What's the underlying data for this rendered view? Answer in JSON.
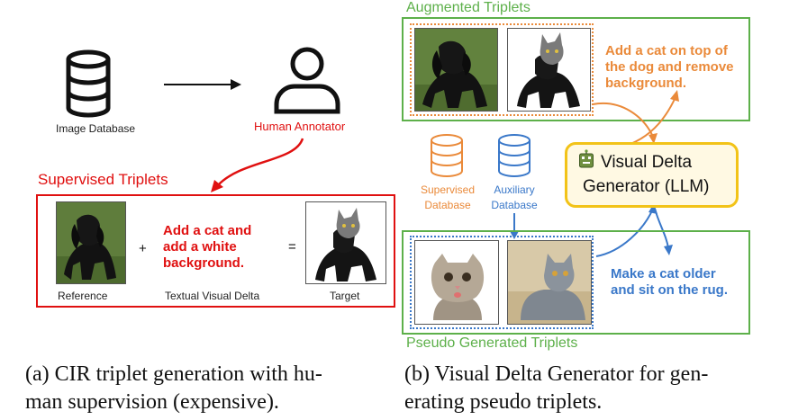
{
  "panel_a": {
    "image_database_label": "Image Database",
    "human_annotator_label": "Human Annotator",
    "supervised_triplets_title": "Supervised Triplets",
    "plus_sign": "+",
    "equals_sign": "=",
    "delta_lines": [
      "Add a cat and",
      "add a white",
      "background."
    ],
    "reference_label": "Reference",
    "textual_delta_label": "Textual Visual Delta",
    "target_label": "Target",
    "caption_lines": [
      "(a) CIR triplet generation with hu-",
      "man supervision (expensive)."
    ]
  },
  "panel_b": {
    "augmented_title": "Augmented Triplets",
    "augmented_delta_lines": [
      "Add a cat on top of",
      "the dog and remove",
      "background."
    ],
    "supervised_db_lines": [
      "Supervised",
      "Database"
    ],
    "auxiliary_db_lines": [
      "Auxiliary",
      "Database"
    ],
    "generator_lines": [
      "Visual Delta",
      "Generator (LLM)"
    ],
    "pseudo_delta_lines": [
      "Make a cat older",
      "and sit on the rug."
    ],
    "pseudo_title": "Pseudo Generated Triplets",
    "caption_lines": [
      "(b) Visual Delta Generator for gen-",
      "erating pseudo triplets."
    ]
  },
  "colors": {
    "red": "#e01010",
    "green": "#5db04a",
    "orange": "#ea8a3a",
    "blue": "#3a78c9",
    "generator_border": "#f2c318",
    "generator_fill": "#fff9e3"
  },
  "icons": [
    "database-icon",
    "person-icon",
    "robot-icon"
  ]
}
